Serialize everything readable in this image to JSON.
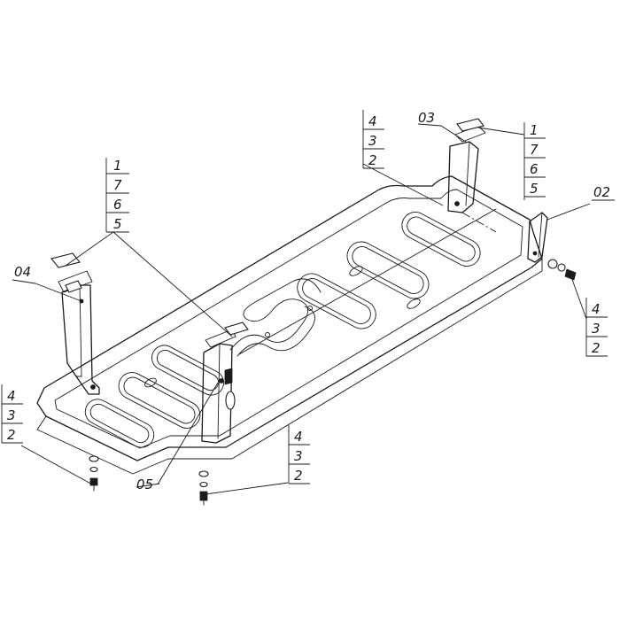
{
  "drawing": {
    "part_labels": {
      "p02": "02",
      "p03": "03",
      "p04": "04",
      "p05": "05"
    },
    "callouts": {
      "stack_a": [
        "1",
        "7",
        "6",
        "5"
      ],
      "stack_b": [
        "1",
        "7",
        "6",
        "5"
      ],
      "stack_c": [
        "4",
        "3",
        "2"
      ],
      "stack_d": [
        "4",
        "3",
        "2"
      ],
      "stack_e": [
        "4",
        "3",
        "2"
      ],
      "stack_f": [
        "4",
        "3",
        "2"
      ]
    }
  }
}
